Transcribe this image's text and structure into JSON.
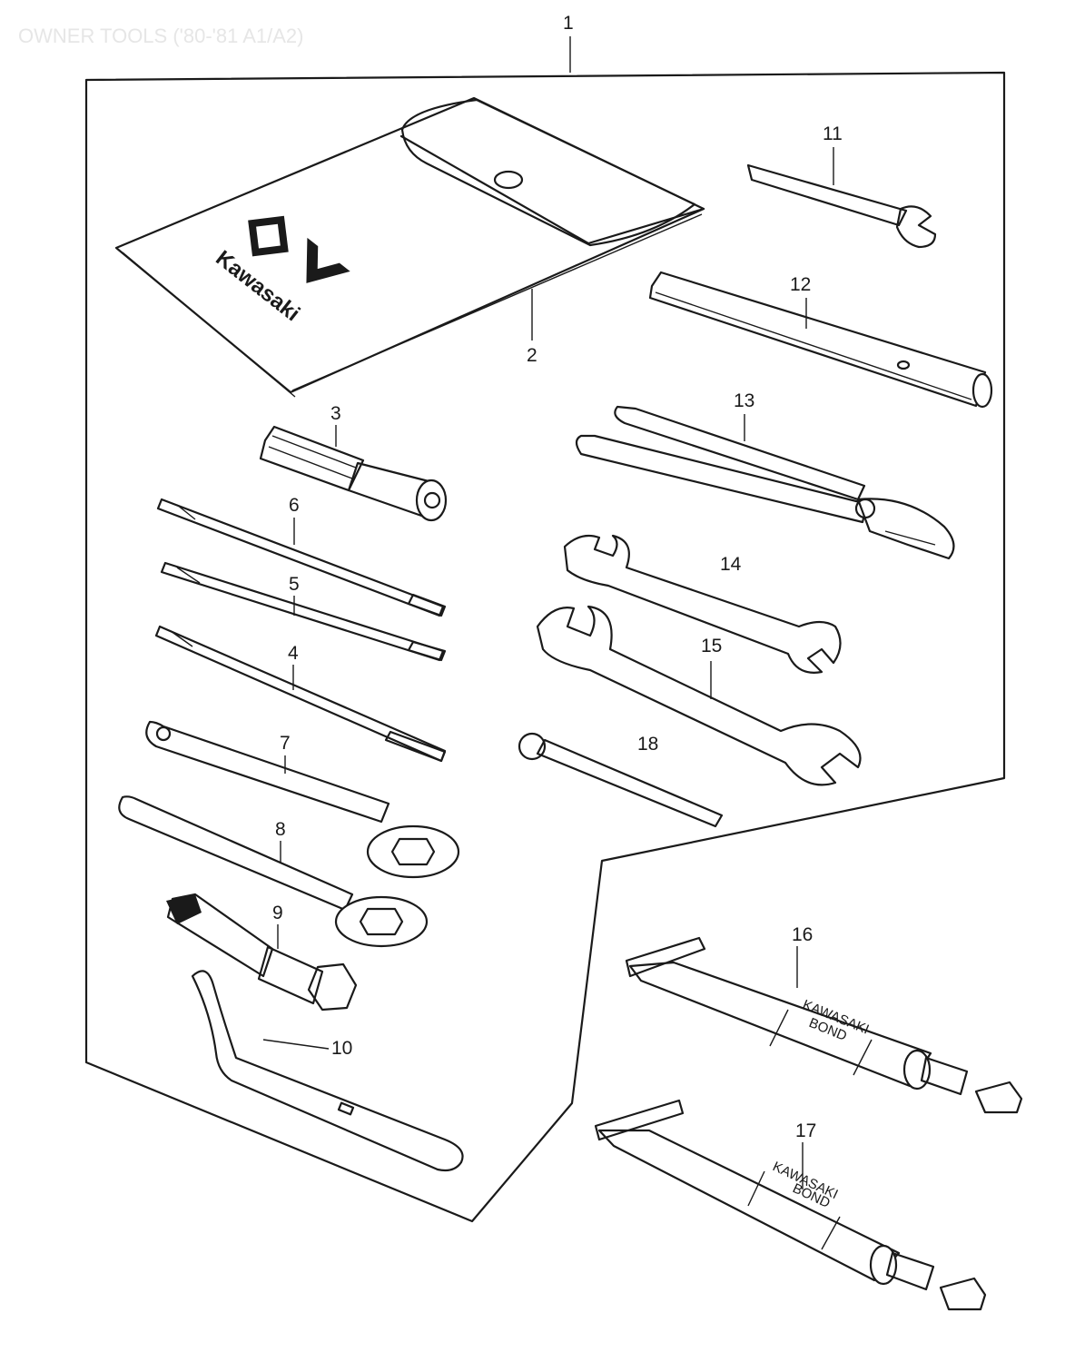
{
  "header": {
    "faint_title": "OWNER TOOLS ('80-'81 A1/A2)"
  },
  "callouts": {
    "c1": "1",
    "c2": "2",
    "c3": "3",
    "c4": "4",
    "c5": "5",
    "c6": "6",
    "c7": "7",
    "c8": "8",
    "c9": "9",
    "c10": "10",
    "c11": "11",
    "c12": "12",
    "c13": "13",
    "c14": "14",
    "c15": "15",
    "c16": "16",
    "c17": "17",
    "c18": "18"
  },
  "pouch": {
    "brand": "Kawasaki"
  },
  "tubes": {
    "line1": "KAWASAKI",
    "line2": "BOND"
  }
}
